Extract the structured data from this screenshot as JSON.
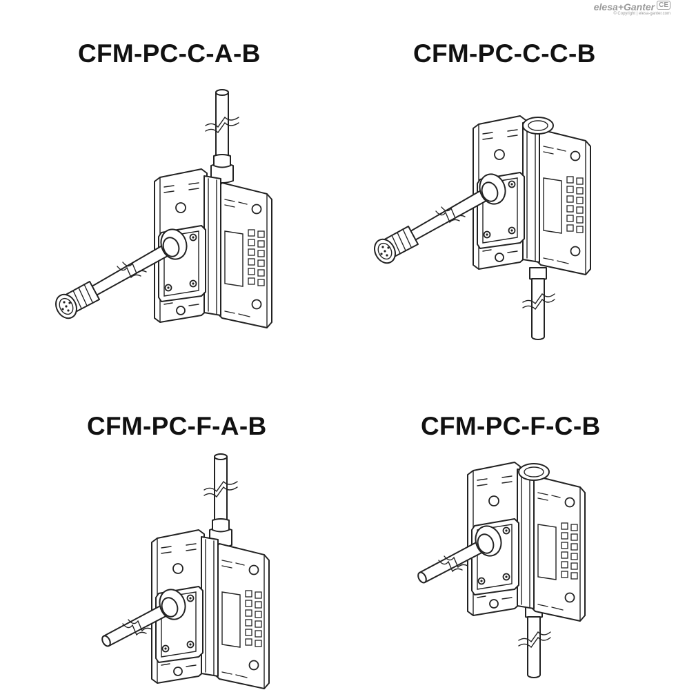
{
  "brand": {
    "name": "elesa+Ganter",
    "mark": "CE",
    "copyright": "© Copyright | elesa-ganter.com"
  },
  "figures": [
    {
      "label": "CFM-PC-C-A-B"
    },
    {
      "label": "CFM-PC-C-C-B"
    },
    {
      "label": "CFM-PC-F-A-B"
    },
    {
      "label": "CFM-PC-F-C-B"
    }
  ]
}
